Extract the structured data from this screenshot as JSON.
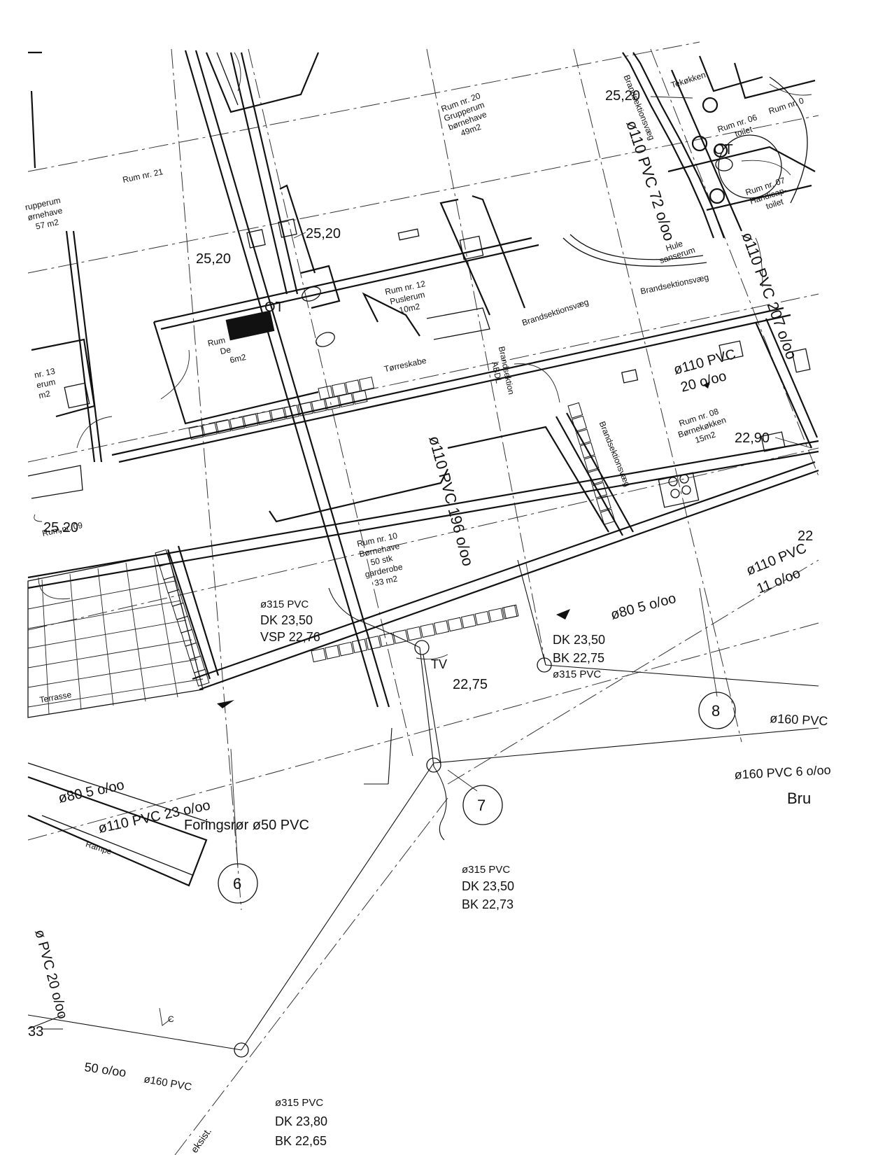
{
  "rooms": {
    "r20": {
      "l1": "Rum nr. 20",
      "l2": "Grupperum",
      "l3": "børnehave",
      "l4": "49m2"
    },
    "r21": {
      "l1": "Rum nr. 21"
    },
    "grupperum_left": {
      "l1": "rupperum",
      "l2": "ørnehave",
      "l3": "57 m2"
    },
    "r12": {
      "l1": "Rum nr. 12",
      "l2": "Puslerum",
      "l3": "10m2"
    },
    "r_dep": {
      "l1": "Rum",
      "l2": "De",
      "l3": "6m2"
    },
    "r13": {
      "l1": "nr. 13",
      "l2": "erum",
      "l3": "m2"
    },
    "r09": {
      "l1": "Rum nr. 09"
    },
    "r10": {
      "l1": "Rum nr. 10",
      "l2": "Børnehave",
      "l3": "50 stk",
      "l4": "garderobe",
      "l5": "33 m2"
    },
    "r08": {
      "l1": "Rum nr. 08",
      "l2": "Børnekøkken",
      "l3": "15m2"
    },
    "r06": {
      "l1": "Rum nr. 06",
      "l2": "toilet"
    },
    "r07": {
      "l1": "Rum nr. 07",
      "l2": "Handicap-",
      "l3": "toilet"
    },
    "hule": {
      "l1": "Hule",
      "l2": "sanserum"
    },
    "tekokken": "Tekøkken",
    "rum_right": "Rum nr. 0",
    "terrasse": "Terrasse",
    "rampe": "Rampe"
  },
  "walls": {
    "brand1": "Brandsektionsvæg",
    "brand2": "Brandsektionsvæg",
    "brand3": "Brandsektionsvæg",
    "brand4": "Brandsektionsvæg",
    "brandabdl_1": "Brandsektion",
    "brandabdl_2": "ABDL",
    "torreskabe": "Tørreskabe"
  },
  "levels": {
    "a": "25,20",
    "b": "25,20",
    "c": "25,20",
    "d": "25,20",
    "e": "22,90",
    "f": "22,75",
    "g": "22",
    "h": "33"
  },
  "markers": {
    "ot1": "OT",
    "ot2": "OT",
    "tv": "TV",
    "c": "C"
  },
  "pipes": {
    "p1": "ø110 PVC 72 o/oo",
    "p2": "ø110 PVC 207 o/oo",
    "p3_1": "ø110 PVC",
    "p3_2": "20 o/oo",
    "p4": "ø110 PVC 196 o/oo",
    "p5_1": "ø110 PVC",
    "p5_2": "11 o/oo",
    "p6": "ø80  5 o/oo",
    "p7": "ø80  5 o/oo",
    "p8": "ø110 PVC 23 o/oo",
    "p9": "Foringsrør ø50 PVC",
    "p10": "ø160 PVC",
    "p11": "ø160 PVC  6 o/oo",
    "p12": "ø PVC 20 o/oo",
    "p13": "50 o/oo",
    "p14": "ø160 PVC",
    "eksist": "eksist.",
    "bru": "Bru"
  },
  "wells": {
    "w1": {
      "l1": "ø315 PVC",
      "l2": "DK   23,50",
      "l3": "VSP 22,76"
    },
    "w2": {
      "l1": "DK 23,50",
      "l2": "BK 22,75",
      "l3": "ø315 PVC"
    },
    "w3": {
      "l1": "ø315 PVC",
      "l2": "DK 23,50",
      "l3": "BK 22,73"
    },
    "w4": {
      "l1": "ø315 PVC",
      "l2": "DK 23,80",
      "l3": "BK 22,65"
    }
  },
  "axes": {
    "a6": "6",
    "a7": "7",
    "a8": "8"
  }
}
